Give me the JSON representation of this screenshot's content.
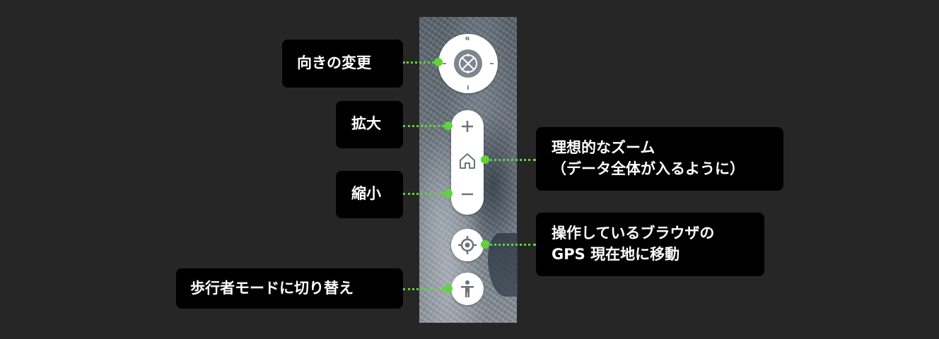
{
  "controls": {
    "compass": {
      "north_mark": "N",
      "icon": "compass-rose-icon"
    },
    "zoom_in": {
      "icon": "plus-icon"
    },
    "home": {
      "icon": "home-icon"
    },
    "zoom_out": {
      "icon": "minus-icon"
    },
    "locate": {
      "icon": "crosshair-icon"
    },
    "pedestrian": {
      "icon": "person-icon"
    }
  },
  "annotations": {
    "compass": "向きの変更",
    "zoom_in": "拡大",
    "zoom_out": "縮小",
    "pedestrian": "歩行者モードに切り替え",
    "home_line1": "理想的なズーム",
    "home_line2": "（データ全体が入るように）",
    "locate_line1": "操作しているブラウザの",
    "locate_line2": "GPS 現在地に移動"
  },
  "colors": {
    "background": "#262626",
    "label_bg": "#000000",
    "label_text": "#ffffff",
    "connector": "#5fd43a",
    "control_bg": "#ffffff",
    "icon": "#6b737b"
  }
}
